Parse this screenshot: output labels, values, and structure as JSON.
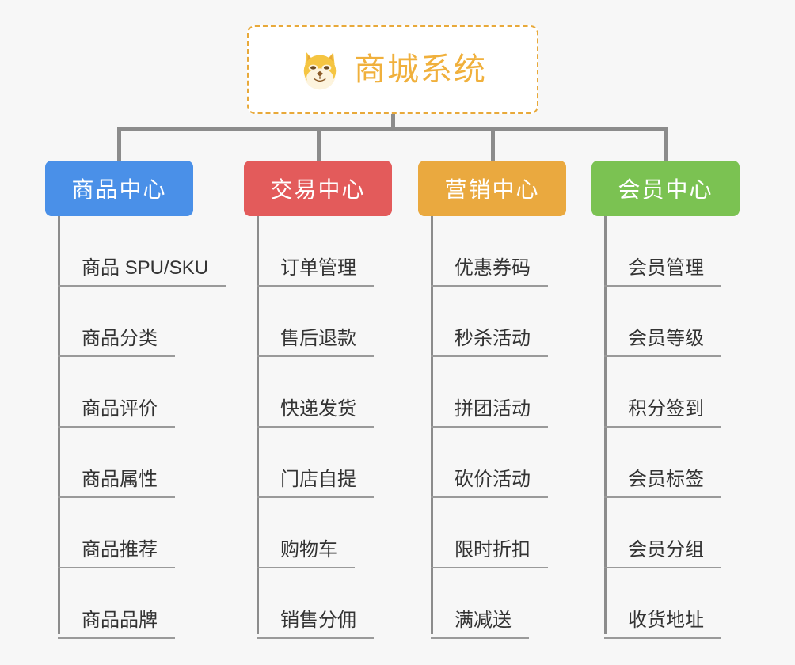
{
  "page": {
    "background_color": "#f7f7f7",
    "connector_color": "#8c8c8c"
  },
  "root": {
    "title": "商城系统",
    "icon": "shiba-dog-face-emoji",
    "border_color": "#e8a93a",
    "text_color": "#f0b03c",
    "background_color": "#ffffff"
  },
  "categories": [
    {
      "label": "商品中心",
      "color": "#4a90e8",
      "items": [
        "商品 SPU/SKU",
        "商品分类",
        "商品评价",
        "商品属性",
        "商品推荐",
        "商品品牌"
      ]
    },
    {
      "label": "交易中心",
      "color": "#e35b5b",
      "items": [
        "订单管理",
        "售后退款",
        "快递发货",
        "门店自提",
        "购物车",
        "销售分佣"
      ]
    },
    {
      "label": "营销中心",
      "color": "#eaa93f",
      "items": [
        "优惠券码",
        "秒杀活动",
        "拼团活动",
        "砍价活动",
        "限时折扣",
        "满减送"
      ]
    },
    {
      "label": "会员中心",
      "color": "#7bc252",
      "items": [
        "会员管理",
        "会员等级",
        "积分签到",
        "会员标签",
        "会员分组",
        "收货地址"
      ]
    }
  ]
}
